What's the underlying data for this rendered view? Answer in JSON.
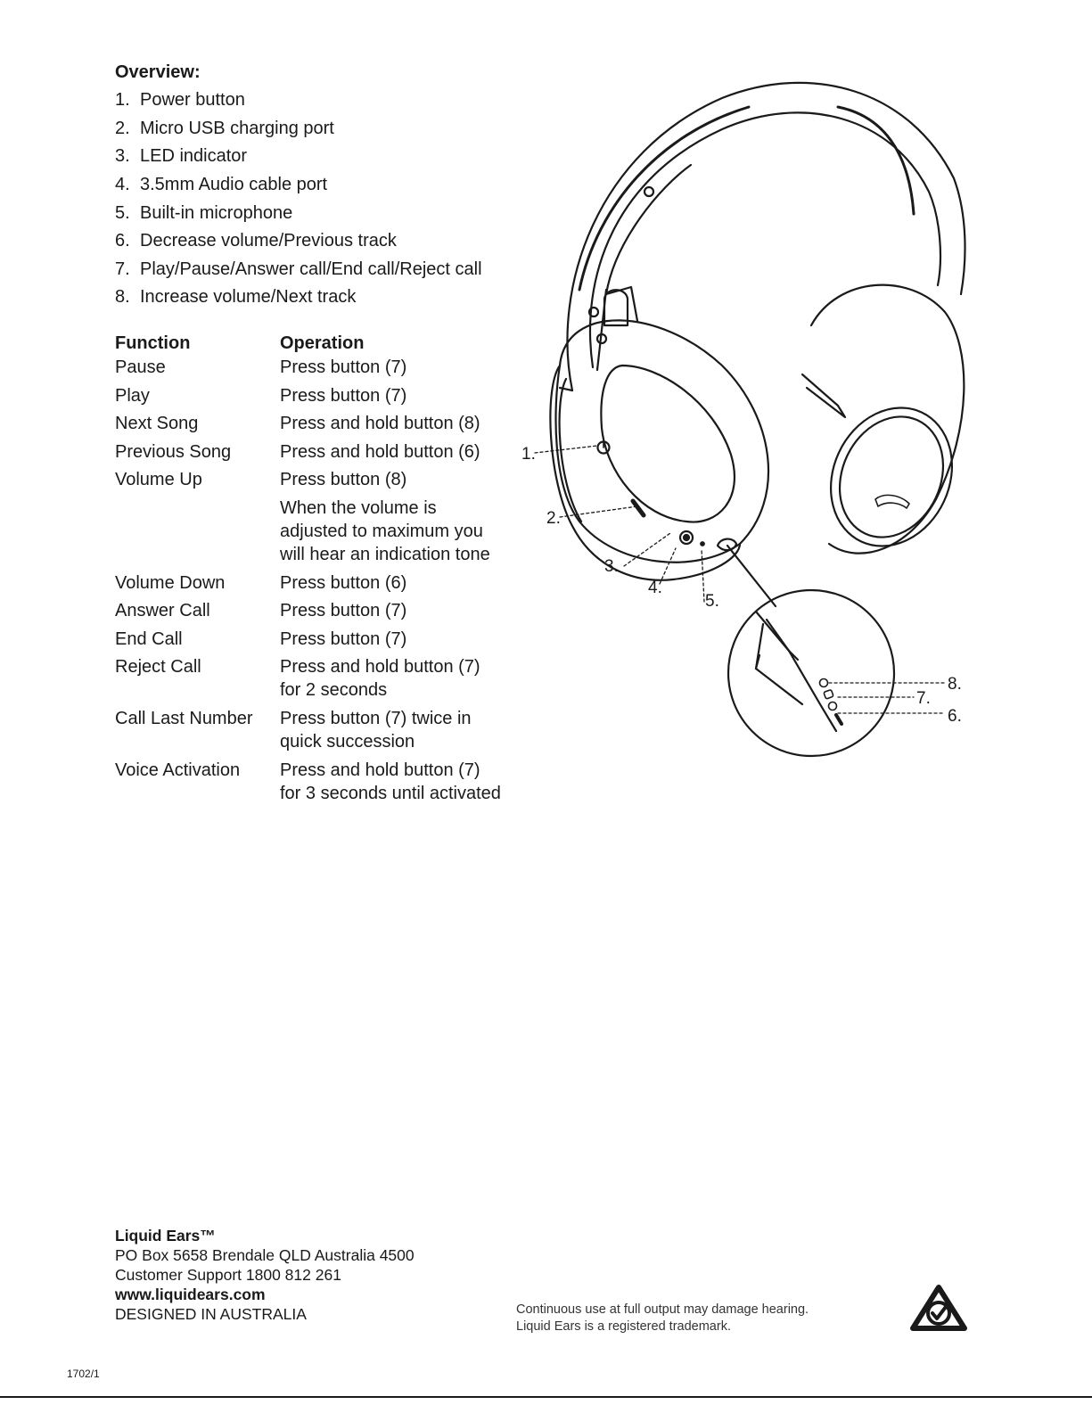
{
  "overview": {
    "title": "Overview:",
    "items": [
      {
        "num": "1.",
        "label": "Power button"
      },
      {
        "num": "2.",
        "label": "Micro USB charging port"
      },
      {
        "num": "3.",
        "label": "LED indicator"
      },
      {
        "num": "4.",
        "label": "3.5mm Audio cable port"
      },
      {
        "num": "5.",
        "label": "Built-in microphone"
      },
      {
        "num": "6.",
        "label": "Decrease volume/Previous track"
      },
      {
        "num": "7.",
        "label": "Play/Pause/Answer call/End call/Reject call"
      },
      {
        "num": "8.",
        "label": "Increase volume/Next track"
      }
    ]
  },
  "functions": {
    "headers": {
      "function": "Function",
      "operation": "Operation"
    },
    "rows": [
      {
        "function": "Pause",
        "operation": "Press button (7)"
      },
      {
        "function": "Play",
        "operation": "Press button (7)"
      },
      {
        "function": "Next Song",
        "operation": "Press and hold button (8)"
      },
      {
        "function": "Previous Song",
        "operation": "Press and hold button (6)"
      },
      {
        "function": "Volume Up",
        "operation": "Press button (8)"
      },
      {
        "function": "",
        "operation": "When the volume is adjusted to maximum you will hear an indication tone"
      },
      {
        "function": "Volume Down",
        "operation": "Press button (6)"
      },
      {
        "function": "Answer Call",
        "operation": "Press button (7)"
      },
      {
        "function": "End Call",
        "operation": "Press button (7)"
      },
      {
        "function": "Reject Call",
        "operation": "Press and hold button (7) for 2 seconds"
      },
      {
        "function": "Call Last Number",
        "operation": "Press button (7) twice in quick succession"
      },
      {
        "function": "Voice Activation",
        "operation": "Press and hold button (7) for 3 seconds until activated"
      }
    ]
  },
  "diagram": {
    "callouts": [
      "1.",
      "2.",
      "3.",
      "4.",
      "5.",
      "8.",
      "7.",
      "6."
    ]
  },
  "footer": {
    "brand": "Liquid Ears™",
    "address": "PO Box 5658 Brendale QLD Australia 4500",
    "support": "Customer Support 1800 812 261",
    "website": "www.liquidears.com",
    "designed": "DESIGNED IN AUSTRALIA",
    "warning_1": "Continuous use at full output may damage hearing.",
    "warning_2": "Liquid Ears is a registered trademark.",
    "code": "1702/1"
  }
}
